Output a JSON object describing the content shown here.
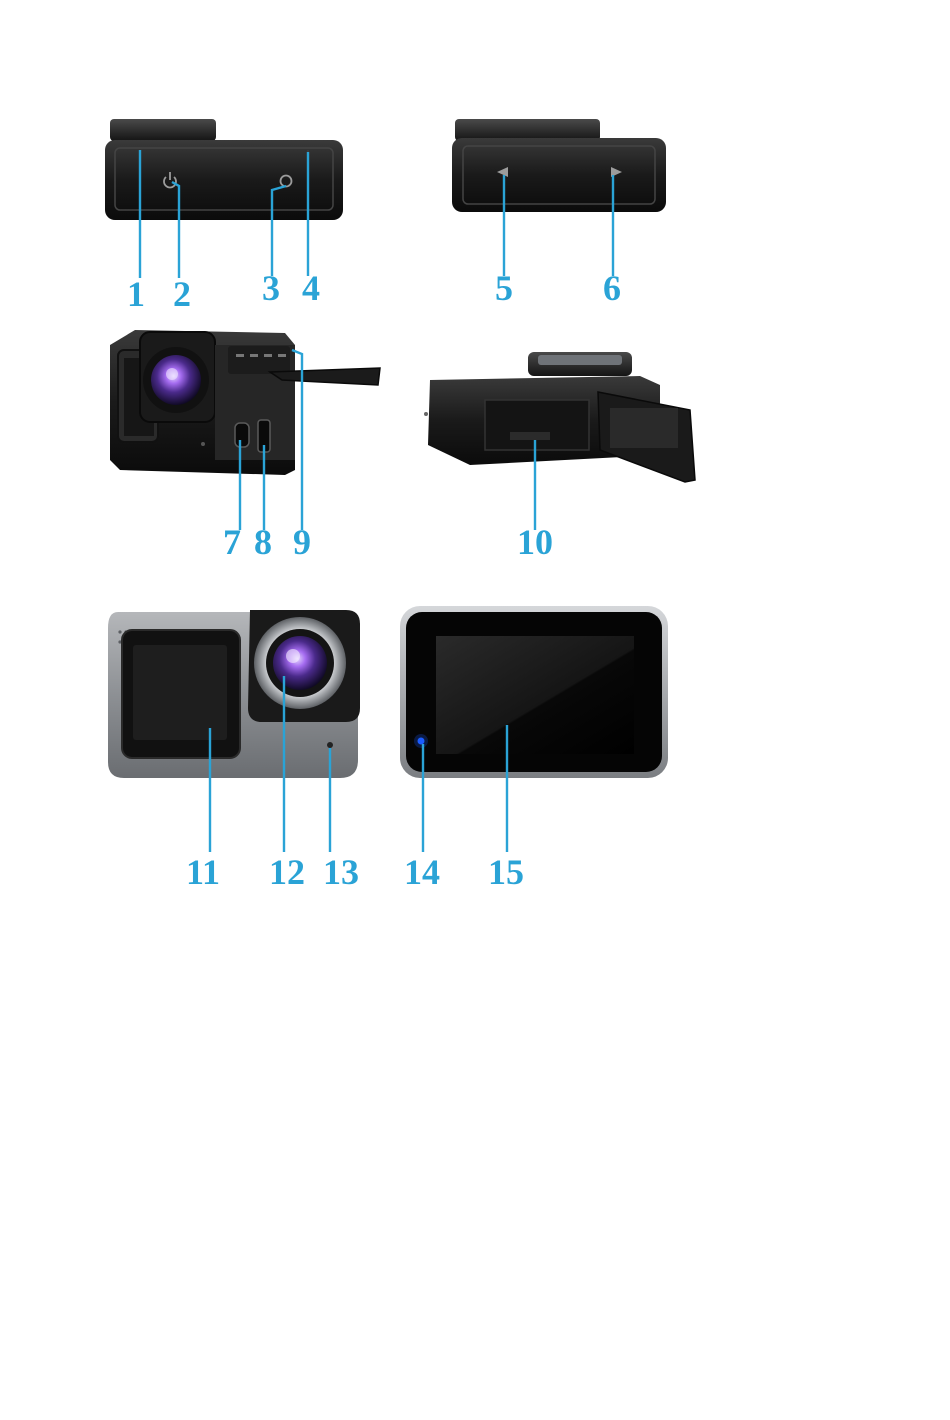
{
  "accent_color": "#2aa3d6",
  "callouts": {
    "c1": "1",
    "c2": "2",
    "c3": "3",
    "c4": "4",
    "c5": "5",
    "c6": "6",
    "c7": "7",
    "c8": "8",
    "c9": "9",
    "c10": "10",
    "c11": "11",
    "c12": "12",
    "c13": "13",
    "c14": "14",
    "c15": "15"
  }
}
